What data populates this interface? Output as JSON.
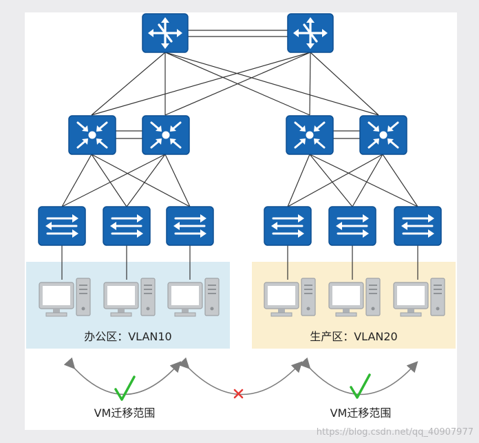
{
  "zones": [
    {
      "label": "办公区：VLAN10",
      "color": "#d9ebf3"
    },
    {
      "label": "生产区：VLAN20",
      "color": "#fbefcf"
    }
  ],
  "migration": [
    {
      "label": "VM迁移范围",
      "allowed": true
    },
    {
      "label": "",
      "allowed": false
    },
    {
      "label": "VM迁移范围",
      "allowed": true
    }
  ],
  "watermark": "https://blog.csdn.net/qq_40907977",
  "colors": {
    "device": "#1766b3",
    "device_border": "#0d4f92",
    "line": "#333333",
    "arrow": "#7b7b7b",
    "check": "#2fb833",
    "cross": "#e53935",
    "pc": "#c6c9cc"
  }
}
